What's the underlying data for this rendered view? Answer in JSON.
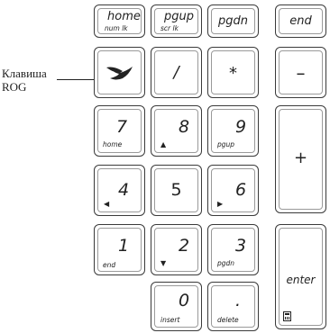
{
  "callout": {
    "label_line1": "Клавиша",
    "label_line2": "ROG"
  },
  "keys": {
    "home": {
      "main": "home",
      "sub": "num lk"
    },
    "pgup": {
      "main": "pgup",
      "sub": "scr lk"
    },
    "pgdn": {
      "main": "pgdn"
    },
    "end": {
      "main": "end"
    },
    "rog": {
      "icon": "rog-logo-icon"
    },
    "slash": {
      "main": "/"
    },
    "asterisk": {
      "main": "*"
    },
    "minus": {
      "main": "–"
    },
    "k7": {
      "main": "7",
      "sub": "home"
    },
    "k8": {
      "main": "8",
      "arrow": "up-arrow-icon"
    },
    "k9": {
      "main": "9",
      "sub": "pgup"
    },
    "plus": {
      "main": "+"
    },
    "k4": {
      "main": "4",
      "arrow": "left-arrow-icon"
    },
    "k5": {
      "main": "5"
    },
    "k6": {
      "main": "6",
      "arrow": "right-arrow-icon"
    },
    "k1": {
      "main": "1",
      "sub": "end"
    },
    "k2": {
      "main": "2",
      "arrow": "down-arrow-icon"
    },
    "k3": {
      "main": "3",
      "sub": "pgdn"
    },
    "enter": {
      "main": "enter",
      "icon": "calculator-icon"
    },
    "k0": {
      "main": "0",
      "sub": "insert"
    },
    "dot": {
      "main": ".",
      "sub": "delete"
    }
  }
}
